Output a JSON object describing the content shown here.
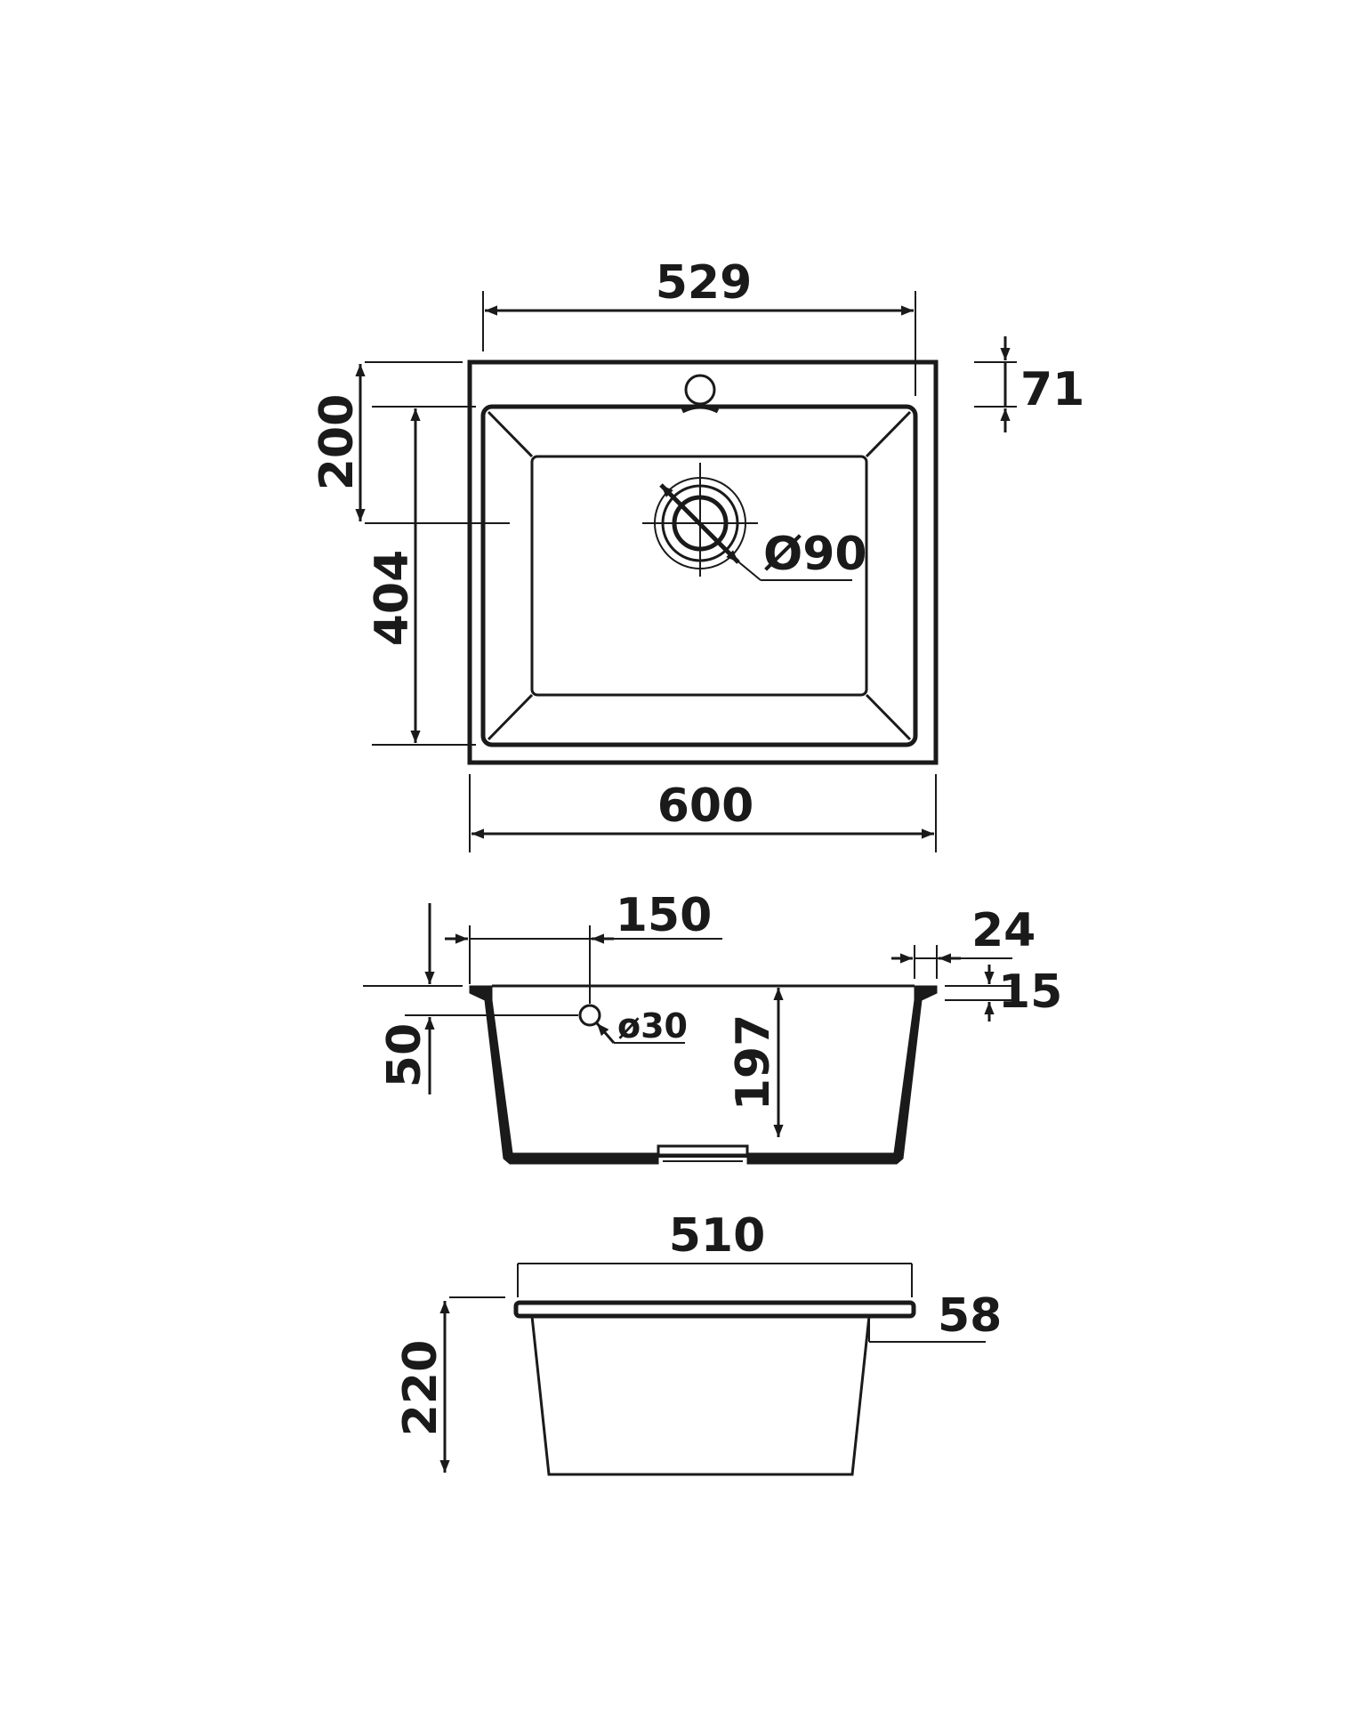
{
  "diagram": {
    "top_view": {
      "dims": {
        "inner_width": "529",
        "tap_hole_offset": "71",
        "drain_from_top": "200",
        "bowl_length": "404",
        "drain_diameter": "Ø90",
        "overall_width": "600"
      }
    },
    "side_view": {
      "dims": {
        "overflow_offset": "150",
        "rim_width": "24",
        "rim_thickness": "15",
        "overflow_height": "50",
        "overflow_diameter": "ø30",
        "bowl_depth": "197"
      }
    },
    "front_view": {
      "dims": {
        "top_width": "510",
        "rim_inset": "58",
        "overall_depth": "220"
      }
    }
  }
}
